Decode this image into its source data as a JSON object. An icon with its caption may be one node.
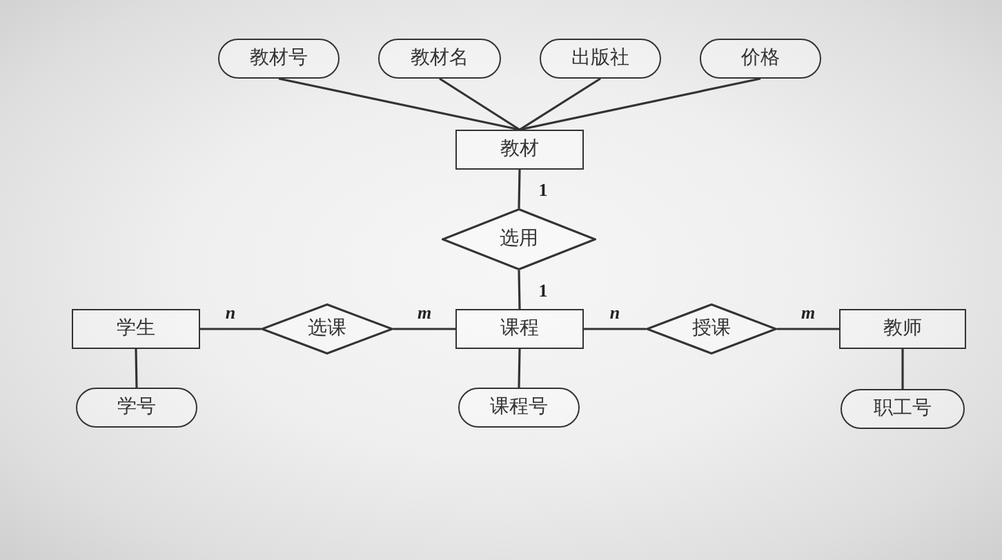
{
  "diagram": {
    "nodes": [
      {
        "text": [
          "教材号"
        ]
      },
      {
        "text": [
          "教材名"
        ]
      },
      {
        "text": [
          "出版社"
        ]
      },
      {
        "text": [
          "价格"
        ]
      },
      {
        "text": [
          "教材"
        ]
      },
      {
        "text": [
          "选用"
        ]
      },
      {
        "text": [
          "学生"
        ]
      },
      {
        "text": [
          "选课"
        ]
      },
      {
        "text": [
          "课程"
        ]
      },
      {
        "text": [
          "授课"
        ]
      },
      {
        "text": [
          "教师"
        ]
      },
      {
        "text": [
          "学号"
        ]
      },
      {
        "text": [
          "课程号"
        ]
      },
      {
        "text": [
          "职工号"
        ]
      }
    ],
    "edges": [
      {
        "from": 0,
        "to": 4,
        "arrow": "none"
      },
      {
        "from": 1,
        "to": 4,
        "arrow": "none"
      },
      {
        "from": 2,
        "to": 4,
        "arrow": "none"
      },
      {
        "from": 3,
        "to": 4,
        "arrow": "none"
      },
      {
        "from": 4,
        "to": 5,
        "arrow": "none",
        "label": "1"
      },
      {
        "from": 5,
        "to": 8,
        "arrow": "none",
        "label": "1"
      },
      {
        "from": 6,
        "to": 7,
        "arrow": "none",
        "label": "n"
      },
      {
        "from": 7,
        "to": 8,
        "arrow": "none",
        "label": "m"
      },
      {
        "from": 8,
        "to": 9,
        "arrow": "none",
        "label": "n"
      },
      {
        "from": 9,
        "to": 10,
        "arrow": "none",
        "label": "m"
      },
      {
        "from": 6,
        "to": 11,
        "arrow": "none"
      },
      {
        "from": 8,
        "to": 12,
        "arrow": "none"
      },
      {
        "from": 10,
        "to": 13,
        "arrow": "none"
      }
    ]
  }
}
